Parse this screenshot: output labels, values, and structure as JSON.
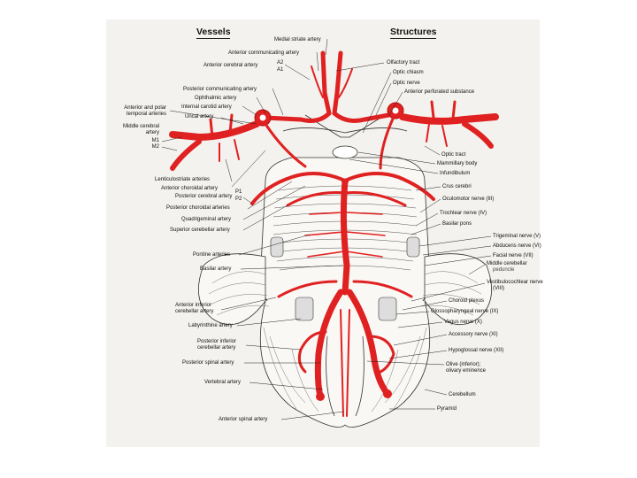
{
  "headers": {
    "vessels": "Vessels",
    "structures": "Structures"
  },
  "labels": {
    "medial_striate": "Medial striate artery",
    "anterior_communicating": "Anterior communicating artery",
    "anterior_cerebral": "Anterior cerebral artery",
    "a2": "A2",
    "a1": "A1",
    "posterior_communicating": "Posterior communicating artery",
    "ophthalmic": "Ophthalmic artery",
    "internal_carotid": "Internal carotid artery",
    "anterior_polar_temporal_1": "Anterior and polar",
    "anterior_polar_temporal_2": "temporal arteries",
    "uncal": "Uncal artery",
    "middle_cerebral_1": "Middle cerebral",
    "middle_cerebral_2": "artery",
    "m1": "M1",
    "m2": "M2",
    "lenticulostriate": "Lenticulostriate arteries",
    "anterior_choroidal": "Anterior choroidal artery",
    "posterior_cerebral": "Posterior cerebral artery",
    "p1": "P1",
    "p2": "P2",
    "posterior_choroidal": "Posterior choroidal arteries",
    "quadrigeminal": "Quadrigeminal artery",
    "superior_cerebellar": "Superior cerebellar artery",
    "pontine": "Pontine arteries",
    "basilar_artery": "Basilar artery",
    "aica_1": "Anterior inferior",
    "aica_2": "cerebellar artery",
    "labyrinthine": "Labyrinthine artery",
    "pica_1": "Posterior inferior",
    "pica_2": "cerebellar artery",
    "posterior_spinal": "Posterior spinal artery",
    "vertebral": "Vertebral artery",
    "anterior_spinal": "Anterior spinal artery",
    "olfactory_tract": "Olfactory tract",
    "optic_chiasm": "Optic chiasm",
    "optic_nerve": "Optic nerve",
    "anterior_perforated": "Anterior perforated substance",
    "optic_tract": "Optic tract",
    "mammillary_body": "Mammillary body",
    "infundibulum": "Infundibulum",
    "crus_cerebri": "Crus cerebri",
    "oculomotor": "Oculomotor nerve (III)",
    "trochlear": "Trochlear nerve (IV)",
    "basilar_pons": "Basilar pons",
    "trigeminal": "Trigeminal nerve (V)",
    "abducens": "Abducens nerve (VI)",
    "facial": "Facial nerve (VII)",
    "middle_cerebellar_1": "Middle cerebellar",
    "middle_cerebellar_2": "peduncle",
    "vestibulocochlear_1": "Vestibulocochlear nerve",
    "vestibulocochlear_2": "(VIII)",
    "choroid_plexus": "Choroid plexus",
    "glossopharyngeal": "Glossopharyngeal nerve (IX)",
    "vagus": "Vagus nerve (X)",
    "accessory": "Accessory nerve (XI)",
    "hypoglossal": "Hypoglossal nerve (XII)",
    "olive_1": "Olive (inferior);",
    "olive_2": "olivary eminence",
    "cerebellum": "Cerebellum",
    "pyramid": "Pyramid"
  },
  "colors": {
    "artery": "#e02121",
    "artery_dark": "#b01515",
    "line": "#222222",
    "plate": "#f4f2ee"
  }
}
